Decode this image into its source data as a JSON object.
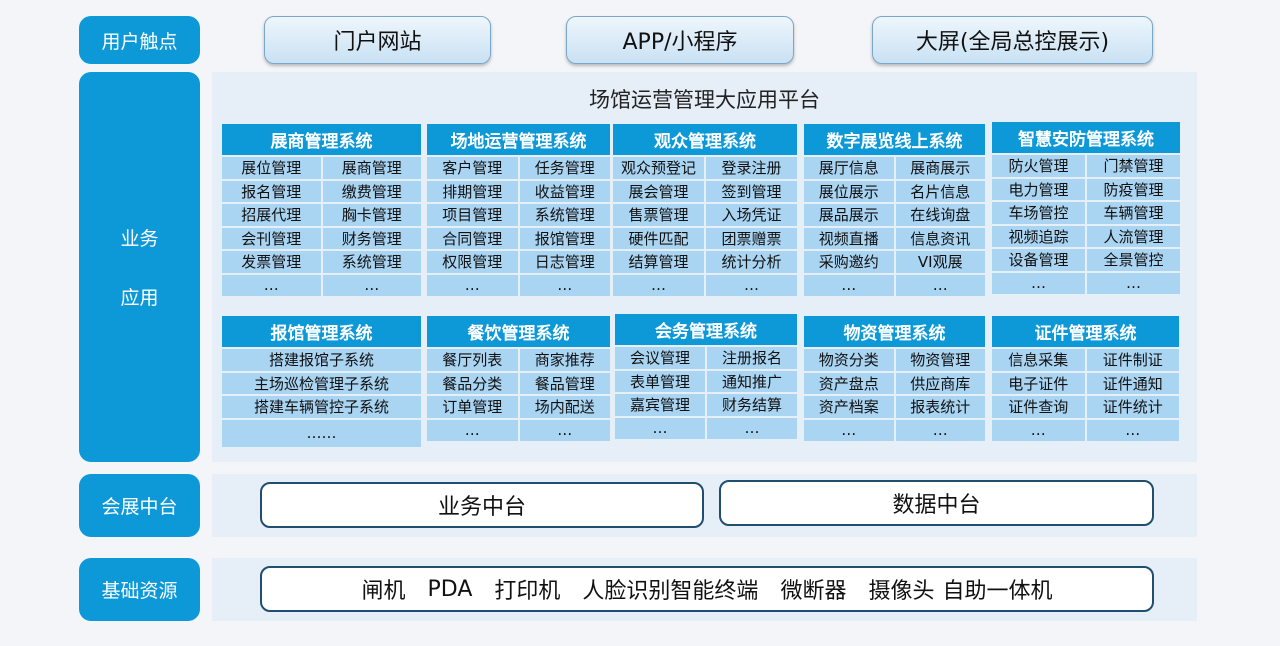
{
  "layers": {
    "touchpoints": "用户触点",
    "business_line1": "业务",
    "business_line2": "应用",
    "middle": "会展中台",
    "base": "基础资源"
  },
  "touchpoints": [
    "门户网站",
    "APP/小程序",
    "大屏(全局总控展示)"
  ],
  "platform_title": "场馆运营管理大应用平台",
  "modules_row1": [
    {
      "title": "展商管理系统",
      "items": [
        "展位管理",
        "展商管理",
        "报名管理",
        "缴费管理",
        "招展代理",
        "胸卡管理",
        "会刊管理",
        "财务管理",
        "发票管理",
        "系统管理",
        "…",
        "…"
      ]
    },
    {
      "title": "场地运营管理系统",
      "items": [
        "客户管理",
        "任务管理",
        "排期管理",
        "收益管理",
        "项目管理",
        "系统管理",
        "合同管理",
        "报馆管理",
        "权限管理",
        "日志管理",
        "…",
        "…"
      ]
    },
    {
      "title": "观众管理系统",
      "items": [
        "观众预登记",
        "登录注册",
        "展会管理",
        "签到管理",
        "售票管理",
        "入场凭证",
        "硬件匹配",
        "团票赠票",
        "结算管理",
        "统计分析",
        "…",
        "…"
      ]
    },
    {
      "title": "数字展览线上系统",
      "items": [
        "展厅信息",
        "展商展示",
        "展位展示",
        "名片信息",
        "展品展示",
        "在线询盘",
        "视频直播",
        "信息资讯",
        "采购邀约",
        "VI观展",
        "…",
        "…"
      ]
    },
    {
      "title": "智慧安防管理系统",
      "items": [
        "防火管理",
        "门禁管理",
        "电力管理",
        "防疫管理",
        "车场管控",
        "车辆管理",
        "视频追踪",
        "人流管理",
        "设备管理",
        "全景管控",
        "…",
        "…"
      ]
    }
  ],
  "modules_row2": [
    {
      "title": "报馆管理系统",
      "items": [
        "搭建报馆子系统",
        "主场巡检管理子系统",
        "搭建车辆管控子系统",
        "……"
      ]
    },
    {
      "title": "餐饮管理系统",
      "items": [
        "餐厅列表",
        "商家推荐",
        "餐品分类",
        "餐品管理",
        "订单管理",
        "场内配送",
        "…",
        "…"
      ]
    },
    {
      "title": "会务管理系统",
      "items": [
        "会议管理",
        "注册报名",
        "表单管理",
        "通知推广",
        "嘉宾管理",
        "财务结算",
        "…",
        "…"
      ]
    },
    {
      "title": "物资管理系统",
      "items": [
        "物资分类",
        "物资管理",
        "资产盘点",
        "供应商库",
        "资产档案",
        "报表统计",
        "…",
        "…"
      ]
    },
    {
      "title": "证件管理系统",
      "items": [
        "信息采集",
        "证件制证",
        "电子证件",
        "证件通知",
        "证件查询",
        "证件统计",
        "…",
        "…"
      ]
    }
  ],
  "middle_platforms": [
    "业务中台",
    "数据中台"
  ],
  "base_resources": [
    "闸机",
    "PDA",
    "打印机",
    "人脸识别智能终端",
    "微断器",
    "摄像头",
    "自助一体机"
  ]
}
